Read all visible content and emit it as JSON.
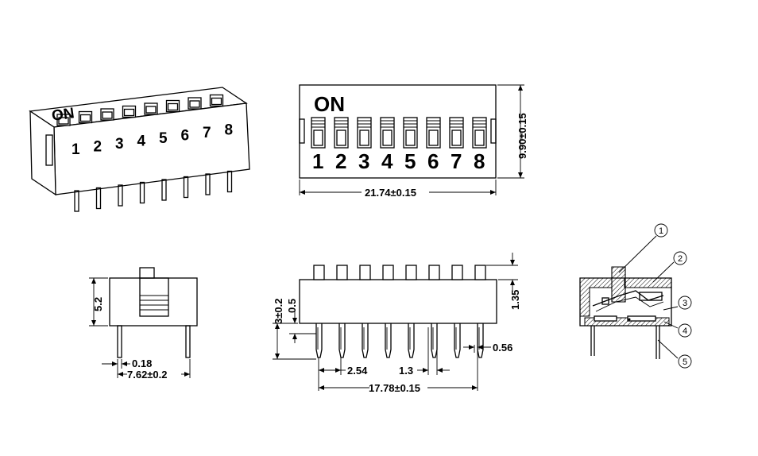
{
  "on_label": "ON",
  "switch_numbers": [
    "1",
    "2",
    "3",
    "4",
    "5",
    "6",
    "7",
    "8"
  ],
  "dimensions": {
    "length": "21.74±0.15",
    "width": "9.90±0.15",
    "body_height": "5.2",
    "row_spacing": "7.62±0.2",
    "pin_thickness": "0.18",
    "pin_length": "3±0.2",
    "standoff": "0.5",
    "actuator_height": "1.35",
    "pitch": "2.54",
    "pin_width_top": "1.3",
    "pin_width": "0.56",
    "pin_span": "17.78±0.15"
  },
  "callouts": [
    "1",
    "2",
    "3",
    "4",
    "5"
  ]
}
